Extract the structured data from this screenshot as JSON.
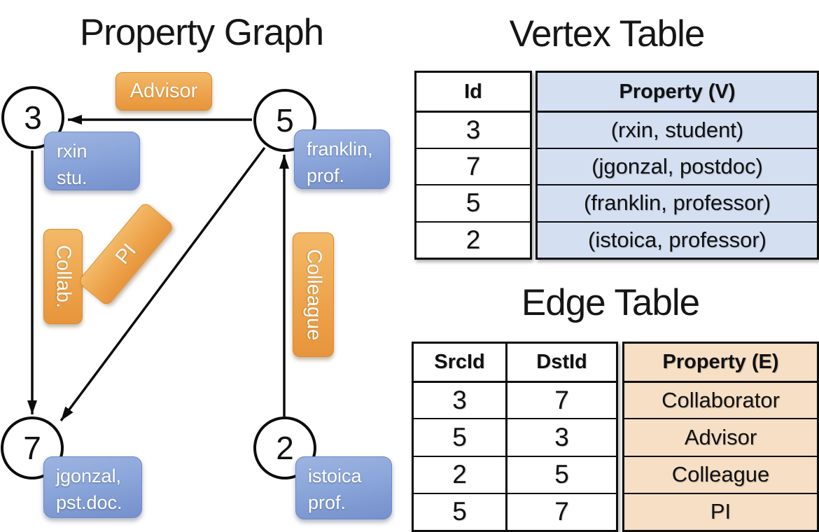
{
  "graph": {
    "title": "Property Graph",
    "nodes": [
      {
        "id": "3",
        "prop_line1": "rxin",
        "prop_line2": "stu."
      },
      {
        "id": "5",
        "prop_line1": "franklin,",
        "prop_line2": "prof."
      },
      {
        "id": "7",
        "prop_line1": "jgonzal,",
        "prop_line2": "pst.doc."
      },
      {
        "id": "2",
        "prop_line1": "istoica",
        "prop_line2": "prof."
      }
    ],
    "edge_labels": {
      "advisor": "Advisor",
      "collab": "Collab.",
      "pi": "PI",
      "colleague": "Colleague"
    }
  },
  "vertex_table": {
    "title": "Vertex Table",
    "columns": [
      "Id",
      "Property (V)"
    ],
    "rows": [
      [
        "3",
        "(rxin, student)"
      ],
      [
        "7",
        "(jgonzal, postdoc)"
      ],
      [
        "5",
        "(franklin, professor)"
      ],
      [
        "2",
        "(istoica, professor)"
      ]
    ]
  },
  "edge_table": {
    "title": "Edge Table",
    "columns": [
      "SrcId",
      "DstId",
      "Property (E)"
    ],
    "rows": [
      [
        "3",
        "7",
        "Collaborator"
      ],
      [
        "5",
        "3",
        "Advisor"
      ],
      [
        "2",
        "5",
        "Colleague"
      ],
      [
        "5",
        "7",
        "PI"
      ]
    ]
  },
  "colors": {
    "edge_label_fill": "#eda44c",
    "vertex_box_fill": "#8ba6da",
    "vertex_property_cell": "#d4dff2",
    "edge_property_cell": "#f6dfc4",
    "line": "#0c0c0c"
  }
}
